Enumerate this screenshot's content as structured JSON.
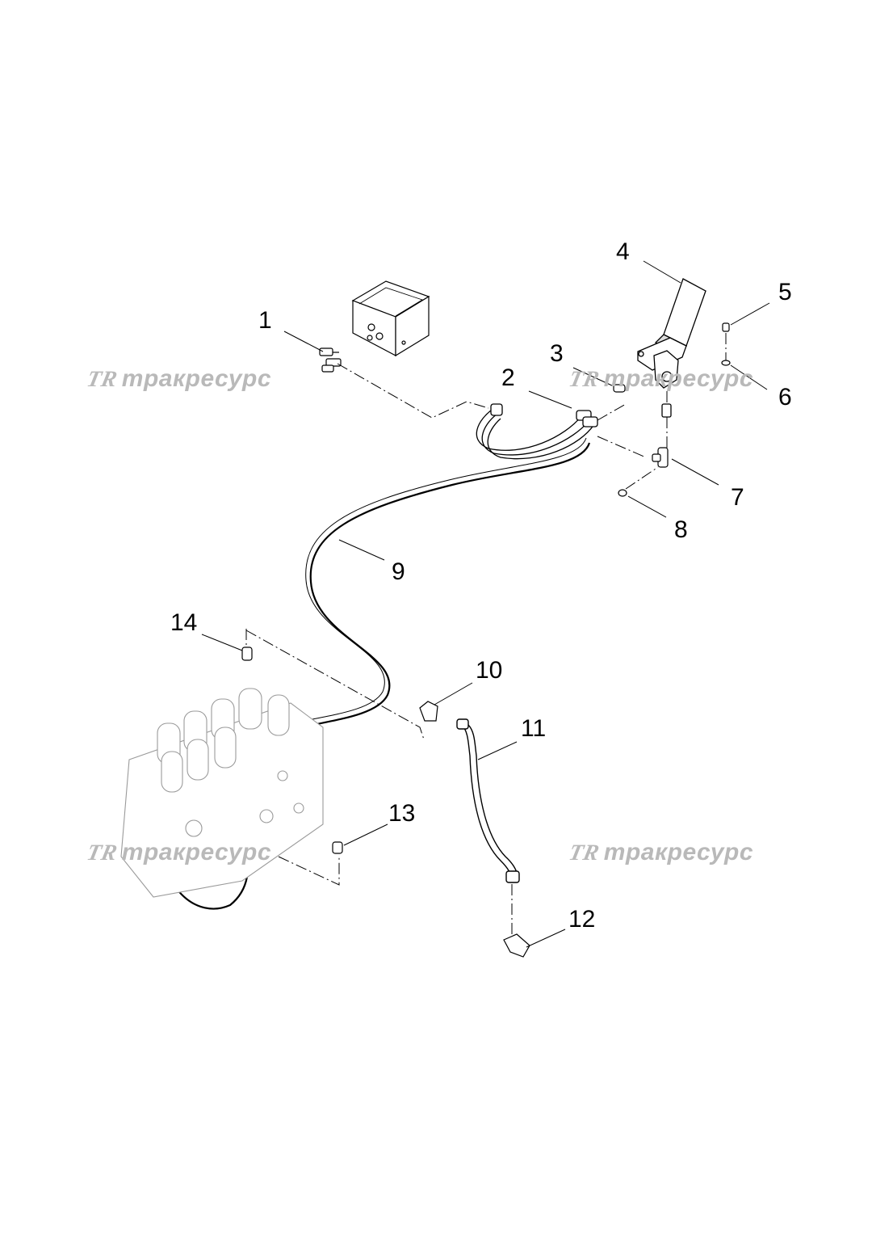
{
  "callouts": [
    "1",
    "2",
    "3",
    "4",
    "5",
    "6",
    "7",
    "8",
    "9",
    "10",
    "11",
    "12",
    "13",
    "14"
  ],
  "watermark": {
    "logo": "TR",
    "text": "тракресурс"
  },
  "colors": {
    "line": "#000000",
    "faded": "#9a9a9a",
    "watermark": "#b9b9b9",
    "background": "#ffffff"
  }
}
